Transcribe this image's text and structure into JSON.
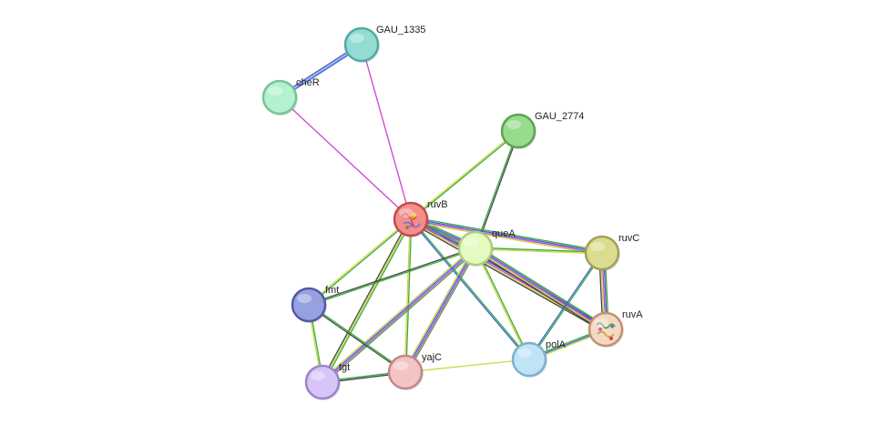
{
  "nodes": [
    {
      "id": "GAU_1335",
      "label": "GAU_1335",
      "fill": "#93dcd4",
      "stroke": "#52a9a0"
    },
    {
      "id": "cheR",
      "label": "cheR",
      "fill": "#b4f1cf",
      "stroke": "#74c598"
    },
    {
      "id": "GAU_2774",
      "label": "GAU_2774",
      "fill": "#97dc8c",
      "stroke": "#5ba552"
    },
    {
      "id": "ruvB",
      "label": "ruvB",
      "fill": "#f58d8d",
      "stroke": "#c24c4c",
      "highlight": true
    },
    {
      "id": "queA",
      "label": "queA",
      "fill": "#e3fbc1",
      "stroke": "#a9cf80"
    },
    {
      "id": "ruvC",
      "label": "ruvC",
      "fill": "#dcdc91",
      "stroke": "#a2a257"
    },
    {
      "id": "fmt",
      "label": "fmt",
      "fill": "#97a1e0",
      "stroke": "#4d5aa8"
    },
    {
      "id": "ruvA",
      "label": "ruvA",
      "fill": "#f3d9c4",
      "stroke": "#c09070",
      "textured": true
    },
    {
      "id": "polA",
      "label": "polA",
      "fill": "#bfe4f7",
      "stroke": "#7eb0cc"
    },
    {
      "id": "yajC",
      "label": "yajC",
      "fill": "#f4c4c4",
      "stroke": "#c08888"
    },
    {
      "id": "tgt",
      "label": "tgt",
      "fill": "#d7c4f9",
      "stroke": "#9c83c8"
    }
  ],
  "edges": [
    {
      "source": "GAU_1335",
      "target": "cheR",
      "colors": [
        "#3a5fd8",
        "#60c0f0",
        "#7b3fb8"
      ]
    },
    {
      "source": "GAU_1335",
      "target": "ruvB",
      "colors": [
        "#d040d0"
      ]
    },
    {
      "source": "cheR",
      "target": "ruvB",
      "colors": [
        "#d040d0"
      ]
    },
    {
      "source": "GAU_2774",
      "target": "ruvB",
      "colors": [
        "#3aaa3a",
        "#c8d840"
      ]
    },
    {
      "source": "GAU_2774",
      "target": "queA",
      "colors": [
        "#444444",
        "#3aaa3a"
      ]
    },
    {
      "source": "ruvB",
      "target": "queA",
      "colors": [
        "#3aaa3a",
        "#3a5fd8",
        "#d040d0",
        "#c8d840",
        "#444444"
      ]
    },
    {
      "source": "ruvB",
      "target": "ruvC",
      "colors": [
        "#3aaa3a",
        "#3a5fd8",
        "#d040d0",
        "#c8d840"
      ]
    },
    {
      "source": "ruvB",
      "target": "ruvA",
      "colors": [
        "#3aaa3a",
        "#3a5fd8",
        "#d040d0",
        "#c8d840",
        "#444444"
      ]
    },
    {
      "source": "ruvB",
      "target": "polA",
      "colors": [
        "#3aaa3a",
        "#3a5fd8"
      ]
    },
    {
      "source": "ruvB",
      "target": "fmt",
      "colors": [
        "#3aaa3a",
        "#c8d840"
      ]
    },
    {
      "source": "ruvB",
      "target": "tgt",
      "colors": [
        "#3aaa3a",
        "#c8d840",
        "#444444"
      ]
    },
    {
      "source": "ruvB",
      "target": "yajC",
      "colors": [
        "#3aaa3a",
        "#c8d840"
      ]
    },
    {
      "source": "queA",
      "target": "ruvC",
      "colors": [
        "#3aaa3a",
        "#c8d840"
      ]
    },
    {
      "source": "queA",
      "target": "ruvA",
      "colors": [
        "#3aaa3a",
        "#3a5fd8",
        "#d040d0",
        "#c8d840",
        "#444444"
      ]
    },
    {
      "source": "queA",
      "target": "polA",
      "colors": [
        "#3aaa3a",
        "#c8d840"
      ]
    },
    {
      "source": "queA",
      "target": "fmt",
      "colors": [
        "#3aaa3a",
        "#444444"
      ]
    },
    {
      "source": "queA",
      "target": "tgt",
      "colors": [
        "#3aaa3a",
        "#d040d0",
        "#3a5fd8",
        "#c8d840"
      ]
    },
    {
      "source": "queA",
      "target": "yajC",
      "colors": [
        "#3aaa3a",
        "#d040d0",
        "#3a5fd8",
        "#c8d840"
      ]
    },
    {
      "source": "ruvC",
      "target": "ruvA",
      "colors": [
        "#3aaa3a",
        "#3a5fd8",
        "#d040d0",
        "#c8d840",
        "#444444"
      ]
    },
    {
      "source": "ruvC",
      "target": "polA",
      "colors": [
        "#3aaa3a",
        "#3a5fd8"
      ]
    },
    {
      "source": "polA",
      "target": "ruvA",
      "colors": [
        "#3aaa3a",
        "#3a5fd8",
        "#c8d840"
      ]
    },
    {
      "source": "polA",
      "target": "yajC",
      "colors": [
        "#c8d840"
      ]
    },
    {
      "source": "fmt",
      "target": "tgt",
      "colors": [
        "#3aaa3a",
        "#c8d840"
      ]
    },
    {
      "source": "fmt",
      "target": "yajC",
      "colors": [
        "#3aaa3a",
        "#444444"
      ]
    },
    {
      "source": "tgt",
      "target": "yajC",
      "colors": [
        "#3aaa3a",
        "#444444"
      ]
    }
  ]
}
